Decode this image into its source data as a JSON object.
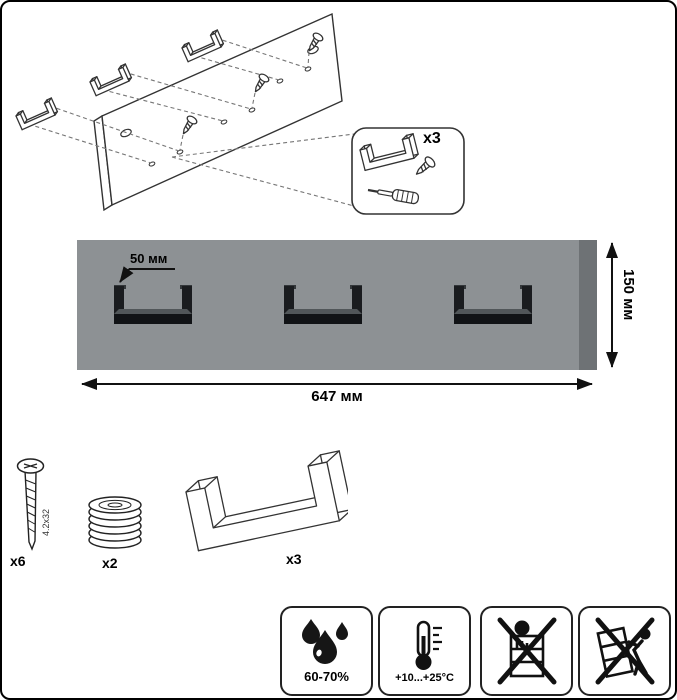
{
  "assembly": {
    "callout_count": "x3",
    "tool_icon": "screwdriver-icon"
  },
  "front_view": {
    "offset_label": "50 мм",
    "height_label": "150 мм",
    "width_label": "647 мм",
    "panel_color": "#8d9194",
    "panel_side_color": "#6e7275",
    "hook_color": "#17191b"
  },
  "parts": [
    {
      "name": "screw",
      "icon": "screw-icon",
      "count": "x6",
      "size": "4.2x32"
    },
    {
      "name": "pad",
      "icon": "washer-stack-icon",
      "count": "x2"
    },
    {
      "name": "hook",
      "icon": "hook-bracket-icon",
      "count": "x3"
    }
  ],
  "care": {
    "items": [
      {
        "icon": "humidity-drops-icon",
        "label": "60-70%"
      },
      {
        "icon": "thermometer-icon",
        "label": "+10...+25°C"
      },
      {
        "icon": "no-climbing-icon",
        "label": ""
      },
      {
        "icon": "no-pushing-icon",
        "label": ""
      }
    ]
  }
}
